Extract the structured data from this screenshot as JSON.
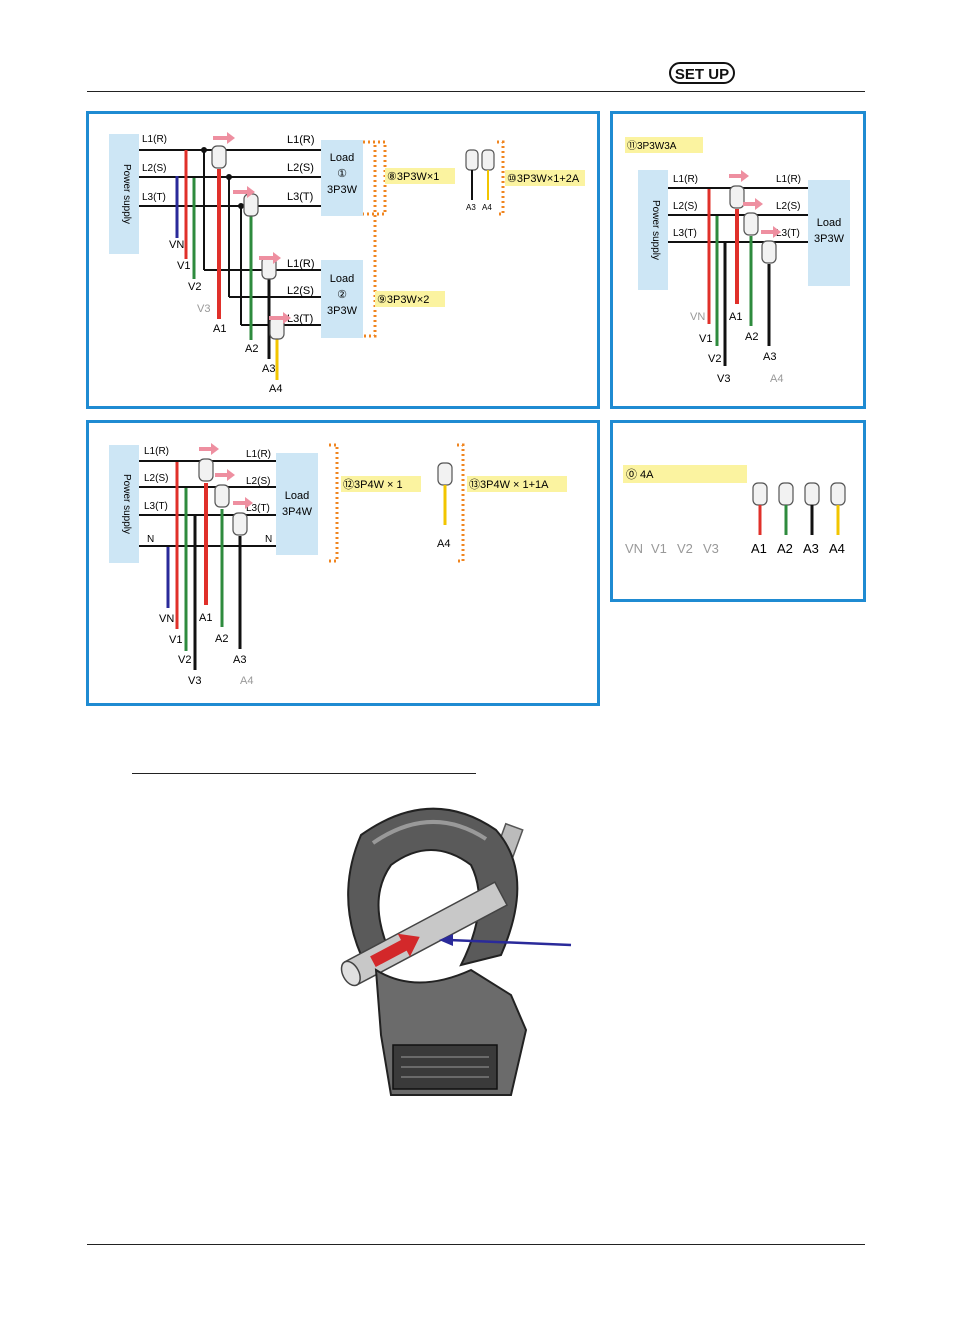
{
  "header": {
    "badge": "SET UP"
  },
  "colors": {
    "panel_border": "#1f8bd2",
    "red": "#e0302a",
    "green": "#2e8b3e",
    "black": "#111111",
    "blue": "#2a2a9a",
    "yellow": "#f2c500",
    "label_bg": "#fbf3a0",
    "load_bg": "#cde6f5"
  },
  "panel_3p3w": {
    "power_supply": "Power supply",
    "left_lines": [
      "L1(R)",
      "L2(S)",
      "L3(T)"
    ],
    "right_lines_1": [
      "L1(R)",
      "L2(S)",
      "L3(T)"
    ],
    "right_lines_2": [
      "L1(R)",
      "L2(S)",
      "L3(T)"
    ],
    "load1": [
      "Load",
      "①",
      "3P3W"
    ],
    "load2": [
      "Load",
      "②",
      "3P3W"
    ],
    "vn": "VN",
    "v1": "V1",
    "v2": "V2",
    "v3": "V3",
    "a1": "A1",
    "a2": "A2",
    "a3": "A3",
    "a4": "A4",
    "opt8": "⑧3P3W×1",
    "opt9": "⑨3P3W×2",
    "opt10": "⑩3P3W×1+2A",
    "small_a3": "A3",
    "small_a4": "A4"
  },
  "panel_3p3w3a": {
    "title": "⑪3P3W3A",
    "power_supply": "Power supply",
    "left_lines": [
      "L1(R)",
      "L2(S)",
      "L3(T)"
    ],
    "right_lines": [
      "L1(R)",
      "L2(S)",
      "L3(T)"
    ],
    "load": [
      "Load",
      "3P3W"
    ],
    "vn": "VN",
    "v1": "V1",
    "v2": "V2",
    "v3": "V3",
    "a1": "A1",
    "a2": "A2",
    "a3": "A3",
    "a4": "A4"
  },
  "panel_3p4w": {
    "power_supply": "Power supply",
    "left_lines": [
      "L1(R)",
      "L2(S)",
      "L3(T)",
      "N"
    ],
    "right_lines": [
      "L1(R)",
      "L2(S)",
      "L3(T)",
      "N"
    ],
    "load": [
      "Load",
      "3P4W"
    ],
    "vn": "VN",
    "v1": "V1",
    "v2": "V2",
    "v3": "V3",
    "a1": "A1",
    "a2": "A2",
    "a3": "A3",
    "a4": "A4",
    "opt12": "⑫3P4W × 1",
    "opt13": "⑬3P4W × 1+1A",
    "small_a4": "A4"
  },
  "panel_4a": {
    "title": "⓪ 4A",
    "vn": "VN",
    "v1": "V1",
    "v2": "V2",
    "v3": "V3",
    "a1": "A1",
    "a2": "A2",
    "a3": "A3",
    "a4": "A4"
  }
}
